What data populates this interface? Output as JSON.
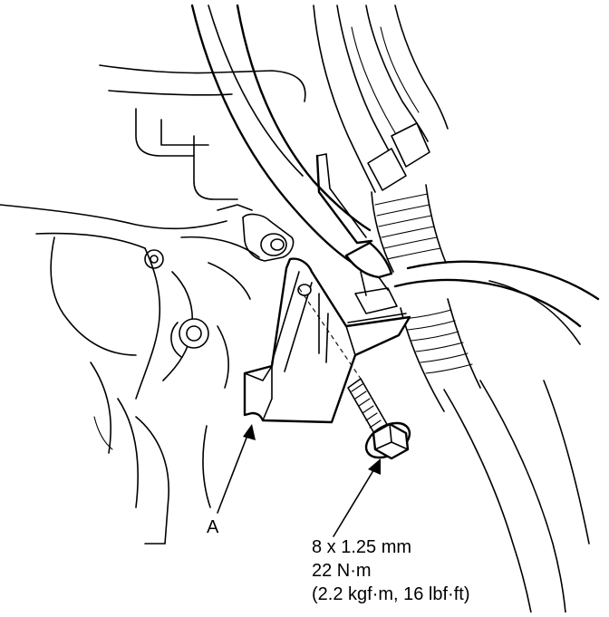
{
  "callouts": {
    "part_label": "A",
    "spec_line1": "8 x 1.25 mm",
    "spec_line2": "22 N·m",
    "spec_line3": "(2.2 kgf·m, 16 lbf·ft)"
  },
  "colors": {
    "line": "#000000",
    "background": "#ffffff"
  }
}
